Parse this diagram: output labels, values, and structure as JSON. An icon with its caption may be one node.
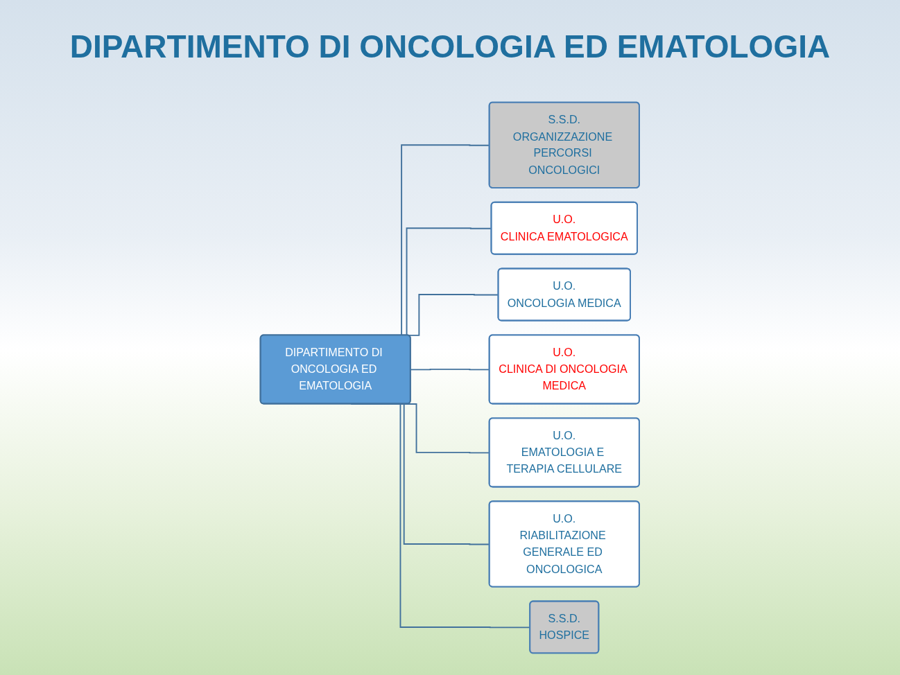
{
  "diagram": {
    "title": "DIPARTIMENTO DI ONCOLOGIA ED EMATOLOGIA",
    "nodes": [
      {
        "text": [
          "DIPARTIMENTO DI ONCOLOGIA ED EMATOLOGIA"
        ]
      },
      {
        "text": [
          "S.S.D.",
          "ORGANIZZAZIONE PERCORSI ONCOLOGICI"
        ]
      },
      {
        "text": [
          "U.O.",
          "CLINICA EMATOLOGICA"
        ]
      },
      {
        "text": [
          "U.O.",
          "ONCOLOGIA MEDICA"
        ]
      },
      {
        "text": [
          "U.O.",
          "CLINICA DI ONCOLOGIA MEDICA"
        ]
      },
      {
        "text": [
          "U.O.",
          "EMATOLOGIA E TERAPIA CELLULARE"
        ]
      },
      {
        "text": [
          "U.O.",
          "RIABILITAZIONE GENERALE ED ONCOLOGICA"
        ]
      },
      {
        "text": [
          "S.S.D.",
          "HOSPICE"
        ]
      }
    ],
    "edges": [
      {
        "from": 0,
        "to": 1,
        "arrow": "none"
      },
      {
        "from": 0,
        "to": 2,
        "arrow": "none"
      },
      {
        "from": 0,
        "to": 3,
        "arrow": "none"
      },
      {
        "from": 0,
        "to": 4,
        "arrow": "none"
      },
      {
        "from": 0,
        "to": 5,
        "arrow": "none"
      },
      {
        "from": 0,
        "to": 6,
        "arrow": "none"
      },
      {
        "from": 0,
        "to": 7,
        "arrow": "none"
      }
    ]
  }
}
